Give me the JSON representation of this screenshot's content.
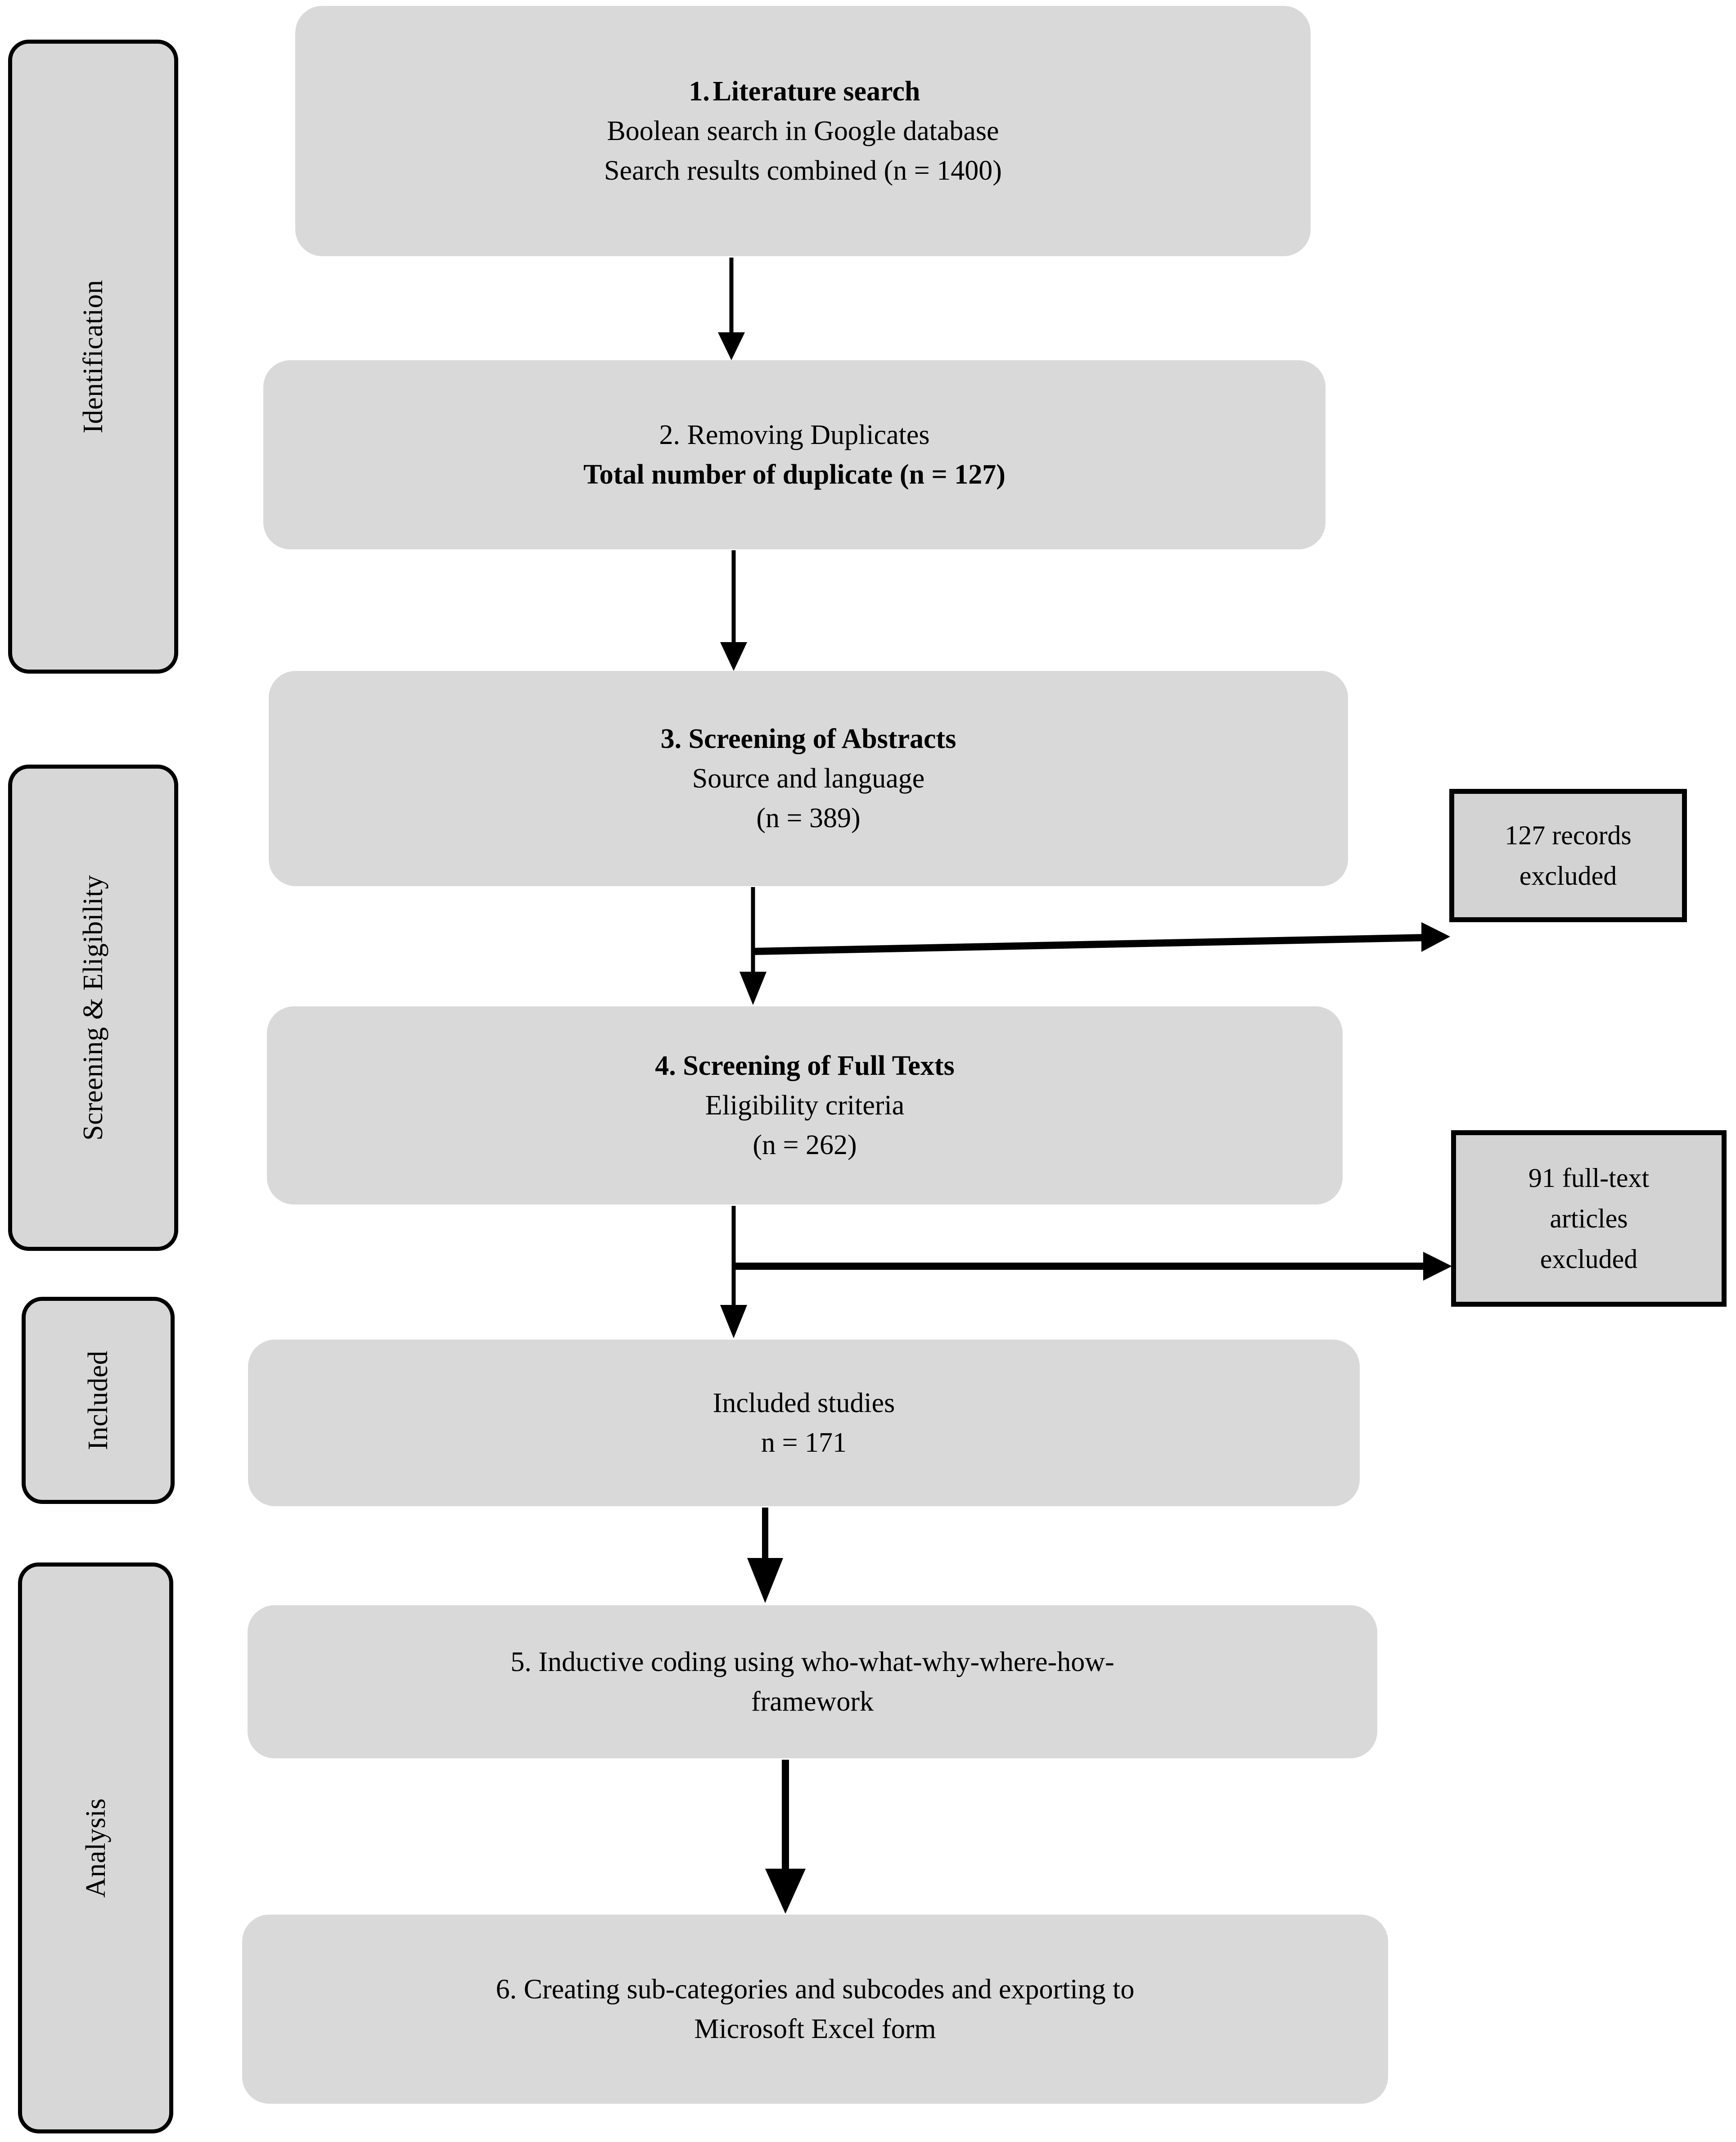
{
  "diagram": {
    "title": "PRISMA literature selection flow diagram",
    "colors": {
      "box_fill": "#d9d9d9",
      "stage_fill": "#d7d7d7",
      "excluded_fill": "#d3d3d3",
      "border": "#000000",
      "text": "#000000",
      "background": "#ffffff"
    }
  },
  "stages": [
    {
      "id": "identification",
      "label": "Identification"
    },
    {
      "id": "screening-eligibility",
      "label": "Screening & Eligibility"
    },
    {
      "id": "included",
      "label": "Included"
    },
    {
      "id": "analysis",
      "label": "Analysis"
    }
  ],
  "steps": [
    {
      "id": "step-1-literature-search",
      "number": "1.",
      "heading": "Literature search",
      "heading_bold": true,
      "lines": [
        "Boolean search in Google database",
        "Search results combined (n = 1400)"
      ]
    },
    {
      "id": "step-2-removing-duplicates",
      "heading": "2. Removing Duplicates",
      "heading_bold": false,
      "lines": [
        "Total number of duplicate (n = 127)"
      ],
      "lines_bold": true
    },
    {
      "id": "step-3-screening-abstracts",
      "heading": "3. Screening of Abstracts",
      "heading_bold": true,
      "lines": [
        "Source and language",
        "(n = 389)"
      ]
    },
    {
      "id": "step-4-screening-full-texts",
      "heading": "4. Screening of Full Texts",
      "heading_bold": true,
      "lines": [
        "Eligibility criteria",
        "(n = 262)"
      ]
    },
    {
      "id": "included-studies",
      "heading": "Included studies",
      "heading_bold": false,
      "lines": [
        "n = 171"
      ]
    },
    {
      "id": "step-5-inductive-coding",
      "heading": "5. Inductive coding using who-what-why-where-how-",
      "heading_bold": false,
      "lines": [
        "framework"
      ]
    },
    {
      "id": "step-6-subcategories-export",
      "heading": "6. Creating sub-categories and subcodes and exporting to",
      "heading_bold": false,
      "lines": [
        "Microsoft Excel form"
      ]
    }
  ],
  "excluded": [
    {
      "id": "records-excluded",
      "lines": [
        "127 records",
        "excluded"
      ]
    },
    {
      "id": "full-text-articles-excluded",
      "lines": [
        "91 full-text",
        "articles",
        "excluded"
      ]
    }
  ],
  "counts": {
    "search_results_combined": 1400,
    "duplicates_removed": 127,
    "abstracts_screened": 389,
    "records_excluded_at_abstract": 127,
    "full_texts_screened": 262,
    "full_text_articles_excluded": 91,
    "included_studies": 171
  }
}
